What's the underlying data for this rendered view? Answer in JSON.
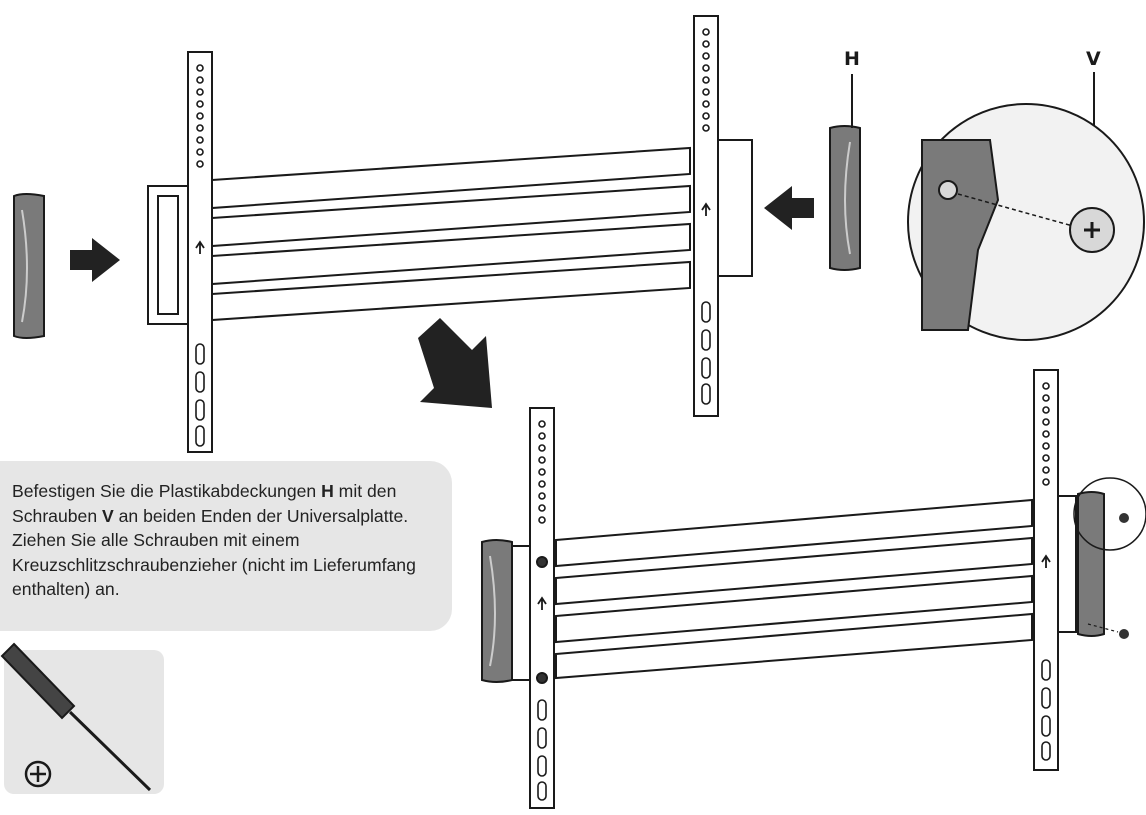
{
  "labels": {
    "h": "H",
    "v": "V"
  },
  "instruction": {
    "part1": "Befestigen Sie die Plastikabdeckungen ",
    "h": "H",
    "part2": " mit den Schrauben ",
    "v": "V",
    "part3": " an beiden Enden der Universalplatte. Ziehen Sie alle Schrauben mit einem Kreuzschlitzschraubenzieher (nicht im Lieferumfang enthalten) an."
  },
  "tool": {
    "icon": "phillips-screwdriver-icon",
    "symbol": "⊕"
  },
  "colors": {
    "line": "#1a1a1a",
    "cover": "#7a7a7a",
    "panel": "#e6e6e6"
  }
}
